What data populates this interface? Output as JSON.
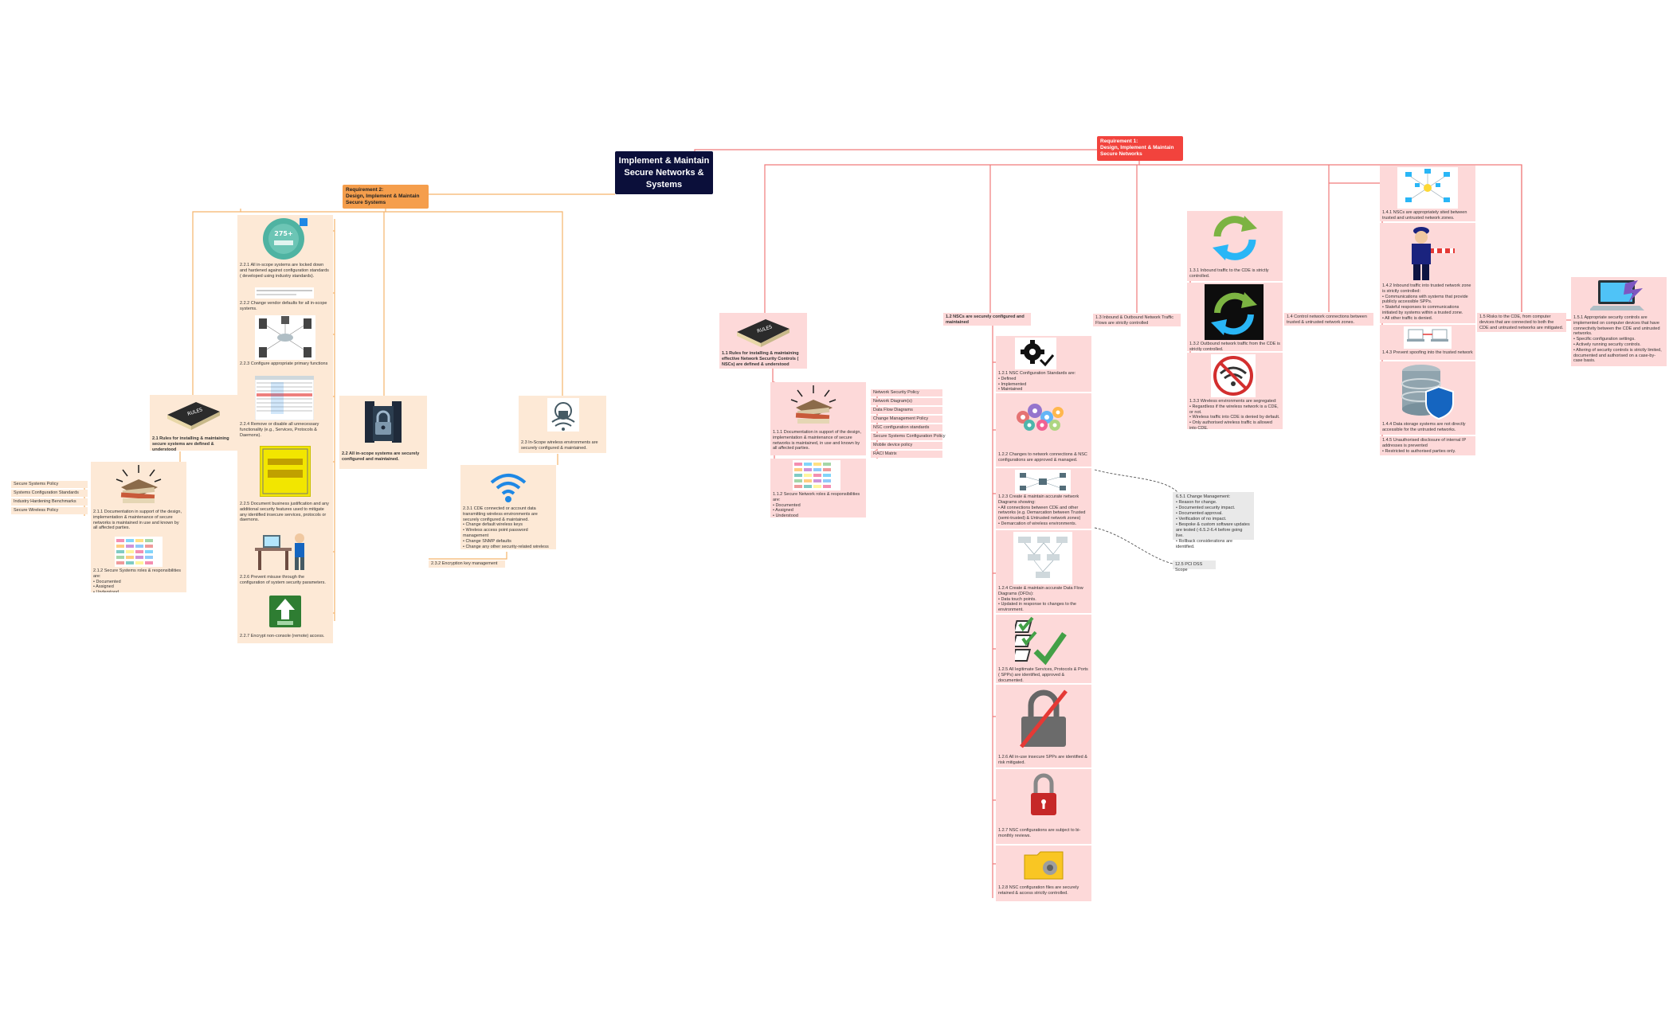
{
  "root": {
    "label": "Implement & Maintain Secure Networks & Systems"
  },
  "req1": {
    "label": "Requirement 1:\nDesign, Implement & Maintain Secure Networks"
  },
  "req2": {
    "label": "Requirement 2:\nDesign, Implement & Maintain Secure Systems"
  },
  "colors": {
    "req1": "#f2433d",
    "req2": "#f59e4c",
    "root": "#0b0f3a",
    "red_card": "#fdd9d9",
    "orange_card": "#fde9d6",
    "red_line": "#f07a7a",
    "orange_line": "#f5b36b"
  },
  "req2_nodes": {
    "n21": "2.1 Rules for installing & maintaining secure systems are defined & understood",
    "n211": "2.1.1 Documentation in support of the design, implementation & maintenance of secure networks is maintained in use and known by all affected parties.",
    "n212": "2.1.2 Secure Systems roles & responsibilities are:\n• Documented\n• Assigned\n• Understood",
    "n21_list": [
      "Secure Systems Policy",
      "Systems Configuration Standards",
      "Industry Hardening Benchmarks",
      "Secure Wireless Policy"
    ],
    "n221": "2.2.1 All in-scope systems are locked down and hardened against configuration standards ( developed using industry standards).",
    "n222": "2.2.2 Change vendor defaults for all in-scope systems.",
    "n223": "2.2.3 Configure appropriate primary functions",
    "n224": "2.2.4 Remove or disable all unnecessary functionality (e.g., Services, Protocols & Daemons).",
    "n225": "2.2.5 Document business justification and any additional security features used to mitigate any identified insecure services, protocols or daemons.",
    "n226": "2.2.6 Prevent misuse through the configuration of system security parameters.",
    "n227": "2.2.7 Encrypt non-console (remote) access.",
    "n22": "2.2 All in-scope systems are securely configured and maintained.",
    "n23": "2.3 In-Scope wireless environments are securely configured & maintained.",
    "n231": "2.3.1 CDE connected or account data transmitting wireless environments are securely configured & maintained.\n• Change default wireless keys\n• Wireless access point password management\n• Change SNMP defaults\n• Change any other security-related wireless vendor defaults.",
    "n232": "2.3.2 Encryption key management",
    "icon_220_badge": "275+"
  },
  "req1_nodes": {
    "n11": "1.1 Rules for installing & maintaining effective Network Security Controls ( NSCs) are defined & understood",
    "n111": "1.1.1 Documentation in support of the design, implementation & maintenance of secure networks is maintained, in use and known by all affected parties.",
    "n112": "1.1.2 Secure Network roles & responsibilities are:\n• Documented\n• Assigned\n• Understood",
    "n11_list": [
      "Network Security Policy",
      "Network Diagram(s)",
      "Data Flow Diagrams",
      "Change Management Policy",
      "NSC configuration standards",
      "Secure Systems Configuration Policy",
      "Mobile device policy",
      "RACI Matrix"
    ],
    "n12": "1.2 NSCs are securely configured and maintained",
    "n121": "1.2.1 NSC Configuration Standards are:\n• Defined\n• Implemented\n• Maintained",
    "n122": "1.2.2 Changes to network connections & NSC configurations are approved & managed.",
    "n123": "1.2.3 Create & maintain accurate network Diagrams showing:\n• All connections between CDE and other networks (e.g. Demarcation between Trusted (semi-trusted) & Untrusted network zones)\n• Demarcation of wireless environments.",
    "n124": "1.2.4 Create & maintain accurate Data Flow Diagrams (DFDs):\n• Data touch points.\n• Updated in response to changes to the environment.",
    "n125": "1.2.5 All legitimate Services, Protocols & Ports ( SPPs) are identified, approved & documented.",
    "n126": "1.2.6 All in-use insecure SPPs are identified & risk mitigated.",
    "n127": "1.2.7 NSC configurations are subject to bi-monthly reviews.",
    "n128": "1.2.8 NSC configuration files are securely retained & access strictly controlled.",
    "n651": "6.5.1 Change Management:\n• Reason for change.\n• Documented security impact.\n• Documented approval.\n• Verification of no impact.\n• Bespoke & custom software updates are tested (-6.5.2-6.4 before going live.\n• Rollback considerations are identified.",
    "n125scope": "12.5 PCI DSS Scope",
    "n13": "1.3 Inbound & Outbound Network Traffic Flows are strictly controlled",
    "n131": "1.3.1 Inbound traffic to the CDE is strictly controlled.",
    "n132": "1.3.2 Outbound network traffic from the CDE is strictly controlled.",
    "n133": "1.3.3 Wireless environments are segregated:\n• Regardless if the wireless network is a CDE, or not.\n• Wireless traffic into CDE is denied by default.\n• Only authorised wireless traffic is allowed into CDE.",
    "n14": "1.4 Control network connections between trusted & untrusted network zones.",
    "n141": "1.4.1 NSCs are appropriately sited between trusted and untrusted network zones.",
    "n142": "1.4.2 Inbound traffic into trusted network zone is strictly controlled:\n• Communications with systems that provide publicly accessible SPPs.\n• Stateful responses to communications initiated by systems within a trusted zone.\n• All other traffic is denied.",
    "n143": "1.4.3 Prevent spoofing into the trusted network",
    "n144": "1.4.4 Data storage systems are not directly accessible for the untrusted networks.",
    "n145": "1.4.5 Unauthorised disclosure of internal IP addresses is prevented\n• Restricted to authorised parties only.",
    "n15": "1.5 Risks to the CDE, from computer devices that are connected to both the CDE and untrusted networks are mitigated.",
    "n151": "1.5.1 Appropriate security controls are implemented on computer devices that have connectivity between the CDE and untrusted networks.\n• Specific configuration settings.\n• Actively running security controls.\n• Altering of security controls is strictly limited, documented and authorised on a case-by-case basis."
  },
  "icons": {
    "rules_book": "rules-book-icon",
    "document_stack": "document-stack-icon",
    "raci_chart": "raci-chart-icon",
    "gear": "gear-icon",
    "refresh": "refresh-icon",
    "no_wifi": "no-wifi-icon",
    "wifi": "wifi-icon",
    "lock": "padlock-icon",
    "database_shield": "database-shield-icon",
    "laptop": "laptop-icon",
    "police": "security-guard-icon",
    "checklist": "checklist-icon",
    "folder": "folder-icon"
  }
}
